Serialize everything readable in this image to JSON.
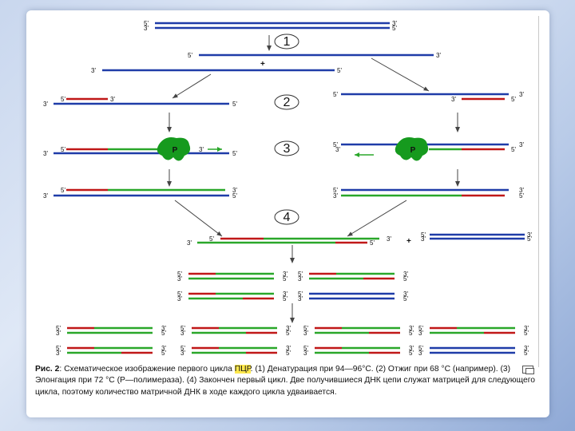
{
  "step_numbers": [
    "1",
    "2",
    "3",
    "4"
  ],
  "end_labels": {
    "five": "5'",
    "three": "3'"
  },
  "symbols": {
    "plus": "+",
    "polymerase": "P"
  },
  "colors": {
    "template": "#1f3ca8",
    "primer": "#c01818",
    "synthesized": "#2aa72a",
    "polymerase": "#169a1e",
    "arrow": "#444444"
  },
  "caption": {
    "label": "Рис. 2",
    "text_before": ": Схематическое изображение первого цикла ",
    "highlight": "ПЦР",
    "text_after": ". (1) Денатурация при 94—96°C. (2) Отжиг при 68 °C (например). (3) Элонгация при 72 °C (P—полимераза). (4) Закончен первый цикл. Две получившиеся ДНК цепи служат матрицей для следующего цикла, поэтому количество матричной ДНК в ходе каждого цикла удваивается."
  },
  "icons": [
    "down-arrow-icon",
    "diagonal-arrow-icon",
    "polymerase-icon",
    "enlarge-icon"
  ]
}
